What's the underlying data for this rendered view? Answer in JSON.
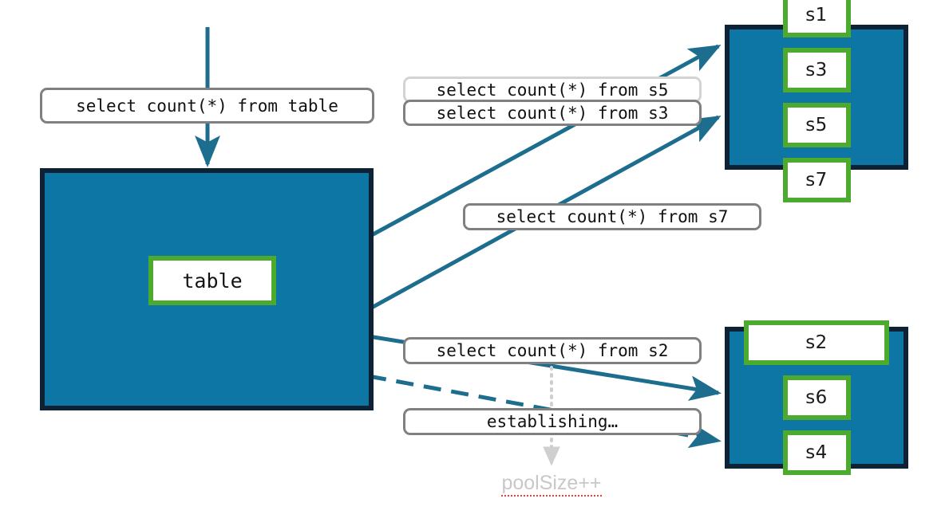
{
  "diagram": {
    "title": "Connection pool query routing",
    "colors": {
      "pool_fill": "#0d76a4",
      "pool_border": "#0d2235",
      "node_border": "#4caa2e",
      "node_fill": "#ffffff",
      "arrow": "#1d6e8e",
      "pill_border": "#808080",
      "pill_border_faded": "#d3d3d3",
      "ghost_text": "#c8c8c8",
      "spellcheck_underline": "#ef3b3b",
      "background": "#ffffff"
    }
  },
  "pool": {
    "label": "table"
  },
  "queries": {
    "to_table": "select count(*) from table",
    "to_s5": "select count(*) from s5",
    "to_s3": "select count(*) from s3",
    "to_s7": "select count(*) from s7",
    "to_s2": "select count(*) from s2",
    "establishing": "establishing…"
  },
  "annotation": {
    "pool_size": "poolSize++"
  },
  "groups": [
    {
      "name": "top-server-group",
      "nodes": [
        {
          "label": "s1",
          "size": "half"
        },
        {
          "label": "s3",
          "size": "half"
        },
        {
          "label": "s5",
          "size": "half"
        },
        {
          "label": "s7",
          "size": "half"
        }
      ]
    },
    {
      "name": "bottom-server-group",
      "nodes": [
        {
          "label": "s2",
          "size": "full"
        },
        {
          "label": "s6",
          "size": "half"
        },
        {
          "label": "s4",
          "size": "half"
        }
      ]
    }
  ],
  "connectors": [
    {
      "name": "inflow-to-pool",
      "style": "solid",
      "color": "#1d6e8e"
    },
    {
      "name": "pool-to-top-group-a",
      "style": "solid",
      "color": "#1d6e8e"
    },
    {
      "name": "pool-to-top-group-b",
      "style": "solid",
      "color": "#1d6e8e"
    },
    {
      "name": "pool-to-bottom-group",
      "style": "solid",
      "color": "#1d6e8e"
    },
    {
      "name": "pool-new-connection",
      "style": "dashed",
      "color": "#1d6e8e"
    },
    {
      "name": "poolsize-increment",
      "style": "dotted",
      "color": "#cfcfcf"
    }
  ]
}
